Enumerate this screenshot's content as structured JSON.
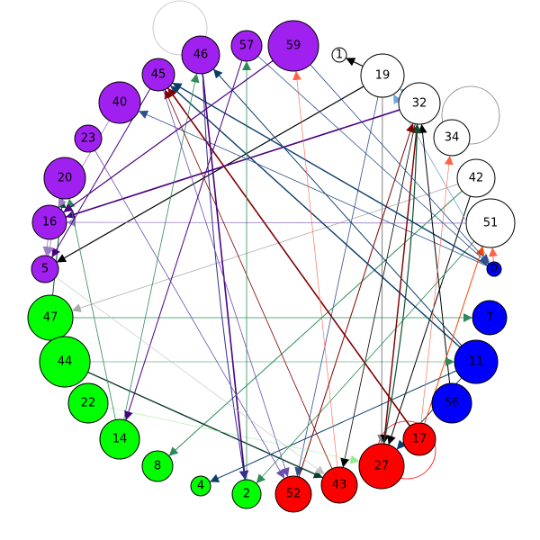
{
  "group_colors": {
    "purple": "#a020f0",
    "white": "#ffffff",
    "blue": "#0000ff",
    "red": "#ff0000",
    "green": "#00ff00"
  },
  "nodes": [
    {
      "id": "59",
      "group": "purple",
      "size": 28
    },
    {
      "id": "57",
      "group": "purple",
      "size": 17
    },
    {
      "id": "46",
      "group": "purple",
      "size": 21
    },
    {
      "id": "45",
      "group": "purple",
      "size": 18
    },
    {
      "id": "40",
      "group": "purple",
      "size": 23
    },
    {
      "id": "23",
      "group": "purple",
      "size": 15
    },
    {
      "id": "20",
      "group": "purple",
      "size": 23
    },
    {
      "id": "16",
      "group": "purple",
      "size": 19
    },
    {
      "id": "5",
      "group": "purple",
      "size": 15
    },
    {
      "id": "1",
      "group": "white",
      "size": 8
    },
    {
      "id": "19",
      "group": "white",
      "size": 24
    },
    {
      "id": "32",
      "group": "white",
      "size": 23
    },
    {
      "id": "34",
      "group": "white",
      "size": 20
    },
    {
      "id": "42",
      "group": "white",
      "size": 21
    },
    {
      "id": "51",
      "group": "white",
      "size": 27
    },
    {
      "id": "0",
      "group": "blue",
      "size": 8
    },
    {
      "id": "7",
      "group": "blue",
      "size": 19
    },
    {
      "id": "11",
      "group": "blue",
      "size": 24
    },
    {
      "id": "56",
      "group": "blue",
      "size": 22
    },
    {
      "id": "17",
      "group": "red",
      "size": 18
    },
    {
      "id": "27",
      "group": "red",
      "size": 25
    },
    {
      "id": "43",
      "group": "red",
      "size": 20
    },
    {
      "id": "52",
      "group": "red",
      "size": 20
    },
    {
      "id": "47",
      "group": "green",
      "size": 25
    },
    {
      "id": "44",
      "group": "green",
      "size": 28
    },
    {
      "id": "22",
      "group": "green",
      "size": 22
    },
    {
      "id": "14",
      "group": "green",
      "size": 22
    },
    {
      "id": "8",
      "group": "green",
      "size": 17
    },
    {
      "id": "4",
      "group": "green",
      "size": 11
    },
    {
      "id": "2",
      "group": "green",
      "size": 16
    }
  ],
  "edges": [
    {
      "from": "19",
      "to": "1",
      "color": "#000000",
      "width": 1.2
    },
    {
      "from": "19",
      "to": "5",
      "color": "#000000",
      "width": 1.2
    },
    {
      "from": "19",
      "to": "27",
      "color": "#808080",
      "width": 1
    },
    {
      "from": "19",
      "to": "52",
      "color": "#2f4f8f",
      "width": 0.8
    },
    {
      "from": "32",
      "to": "16",
      "color": "#4b0082",
      "width": 1.6
    },
    {
      "from": "32",
      "to": "43",
      "color": "#000000",
      "width": 0.8
    },
    {
      "from": "32",
      "to": "27",
      "color": "#000000",
      "width": 1
    },
    {
      "from": "32",
      "to": "19",
      "color": "#6fa8dc",
      "width": 0.8
    },
    {
      "from": "42",
      "to": "8",
      "color": "#2e8b57",
      "width": 1
    },
    {
      "from": "42",
      "to": "47",
      "color": "#a9a9a9",
      "width": 0.8
    },
    {
      "from": "42",
      "to": "27",
      "color": "#000000",
      "width": 1
    },
    {
      "from": "51",
      "to": "16",
      "color": "#9a7ec8",
      "width": 0.8
    },
    {
      "from": "51",
      "to": "2",
      "color": "#2e8b57",
      "width": 0.8
    },
    {
      "from": "0",
      "to": "45",
      "color": "#0b3d6b",
      "width": 1.4
    },
    {
      "from": "0",
      "to": "19",
      "color": "#6fa8dc",
      "width": 0.8
    },
    {
      "from": "0",
      "to": "51",
      "color": "#ff6347",
      "width": 1
    },
    {
      "from": "0",
      "to": "40",
      "color": "#2f4f8f",
      "width": 0.8
    },
    {
      "from": "11",
      "to": "45",
      "color": "#0b3d6b",
      "width": 1.4
    },
    {
      "from": "11",
      "to": "4",
      "color": "#0b3d6b",
      "width": 1
    },
    {
      "from": "11",
      "to": "27",
      "color": "#0b3d6b",
      "width": 1
    },
    {
      "from": "11",
      "to": "46",
      "color": "#0b3d6b",
      "width": 1
    },
    {
      "from": "56",
      "to": "32",
      "color": "#000000",
      "width": 1
    },
    {
      "from": "17",
      "to": "45",
      "color": "#800000",
      "width": 1.6
    },
    {
      "from": "17",
      "to": "51",
      "color": "#ff4500",
      "width": 1
    },
    {
      "from": "17",
      "to": "34",
      "color": "#ff6347",
      "width": 0.6
    },
    {
      "from": "27",
      "to": "32",
      "color": "#800000",
      "width": 1.4
    },
    {
      "from": "27",
      "to": "32",
      "color": "#0b4f2f",
      "width": 1.2
    },
    {
      "from": "43",
      "to": "59",
      "color": "#ff6347",
      "width": 0.6
    },
    {
      "from": "43",
      "to": "45",
      "color": "#800000",
      "width": 0.8
    },
    {
      "from": "52",
      "to": "32",
      "color": "#800000",
      "width": 1
    },
    {
      "from": "47",
      "to": "7",
      "color": "#2e8b57",
      "width": 0.8
    },
    {
      "from": "47",
      "to": "20",
      "color": "#0b4f2f",
      "width": 1
    },
    {
      "from": "44",
      "to": "43",
      "color": "#0b3d2f",
      "width": 1.4
    },
    {
      "from": "44",
      "to": "11",
      "color": "#2e8b57",
      "width": 0.6
    },
    {
      "from": "22",
      "to": "27",
      "color": "#90ee90",
      "width": 0.5
    },
    {
      "from": "14",
      "to": "46",
      "color": "#2e8b57",
      "width": 0.8
    },
    {
      "from": "14",
      "to": "20",
      "color": "#2e8b57",
      "width": 0.8
    },
    {
      "from": "2",
      "to": "57",
      "color": "#2e8b57",
      "width": 0.8
    },
    {
      "from": "46",
      "to": "2",
      "color": "#4b0082",
      "width": 1.6
    },
    {
      "from": "46",
      "to": "2",
      "color": "#2f2f8f",
      "width": 1
    },
    {
      "from": "45",
      "to": "52",
      "color": "#6a4fb0",
      "width": 0.8
    },
    {
      "from": "45",
      "to": "5",
      "color": "#4b0082",
      "width": 1
    },
    {
      "from": "57",
      "to": "14",
      "color": "#4b0082",
      "width": 1
    },
    {
      "from": "40",
      "to": "16",
      "color": "#9a7ec8",
      "width": 0.8
    },
    {
      "from": "23",
      "to": "52",
      "color": "#6a4fb0",
      "width": 0.8
    },
    {
      "from": "20",
      "to": "5",
      "color": "#9a7ec8",
      "width": 0.8
    },
    {
      "from": "16",
      "to": "5",
      "color": "#9a7ec8",
      "width": 0.8
    },
    {
      "from": "5",
      "to": "43",
      "color": "#c0c0c0",
      "width": 0.6
    },
    {
      "from": "59",
      "to": "16",
      "color": "#4b0082",
      "width": 1.2
    },
    {
      "from": "59",
      "to": "0",
      "color": "#2f4f8f",
      "width": 0.8
    },
    {
      "from": "57",
      "to": "0",
      "color": "#2f4f8f",
      "width": 0.8
    }
  ],
  "self_loops": [
    {
      "node": "46",
      "color": "#c0c0c0"
    },
    {
      "node": "34",
      "color": "#808080"
    },
    {
      "node": "27",
      "color": "#ff0000"
    }
  ]
}
